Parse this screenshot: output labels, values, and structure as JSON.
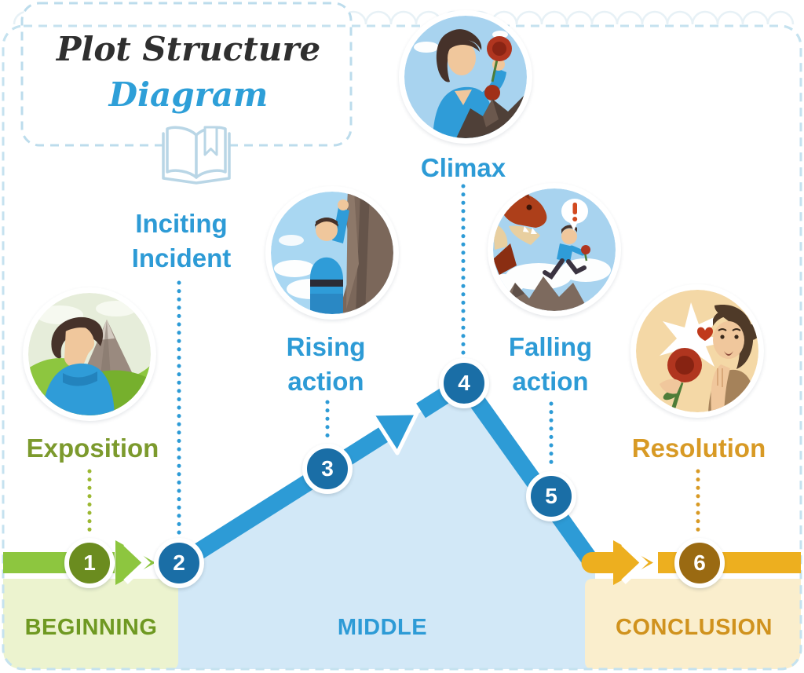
{
  "title": {
    "line1": "Plot Structure",
    "line2": "Diagram"
  },
  "stages": [
    {
      "number": "1",
      "label": "Exposition"
    },
    {
      "number": "2",
      "label": "Inciting Incident"
    },
    {
      "number": "3",
      "label": "Rising action"
    },
    {
      "number": "4",
      "label": "Climax"
    },
    {
      "number": "5",
      "label": "Falling action"
    },
    {
      "number": "6",
      "label": "Resolution"
    }
  ],
  "sections": [
    {
      "label": "BEGINNING"
    },
    {
      "label": "MIDDLE"
    },
    {
      "label": "CONCLUSION"
    }
  ],
  "icons": {
    "book": "open-book-with-bookmark-icon",
    "exposition": "hero-portrait-illustration",
    "rising": "hero-climbing-cliff-illustration",
    "climax": "hero-with-rose-on-cliff-illustration",
    "falling": "dragon-chasing-hero-illustration",
    "resolution": "heroine-receiving-rose-illustration"
  },
  "palette": {
    "blue": "#2d9bd6",
    "node_blue": "#1a6ea6",
    "green": "#8dc63f",
    "node_green": "#6b8c1f",
    "olive_label": "#7c9a2d",
    "amber_label": "#d89a25",
    "node_brown": "#9a6a12",
    "orange": "#edaf1f",
    "band_beginning": "#ecf3cf",
    "band_middle": "#d2e8f7",
    "band_conclusion": "#faeecd",
    "text_beginning": "#6f9922",
    "text_middle": "#2d9bd6",
    "text_conclusion": "#d0921d",
    "title_dark": "#2f2f2f",
    "title_blue": "#2e9fd8",
    "dashed_border": "#c5e2ef"
  }
}
